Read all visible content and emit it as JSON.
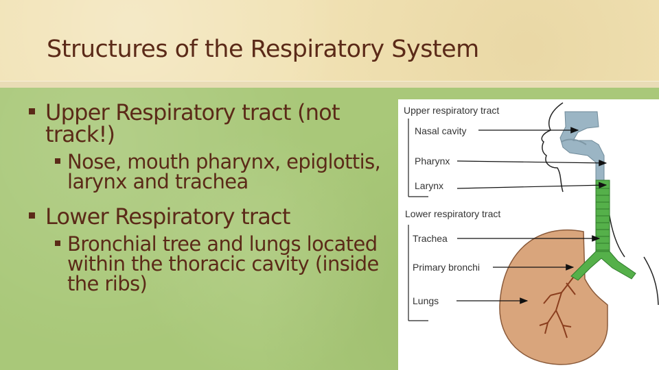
{
  "slide": {
    "title": "Structures of the Respiratory System"
  },
  "bullets": {
    "upper": {
      "heading": "Upper Respiratory tract (not track!)",
      "detail": "Nose, mouth pharynx, epiglottis, larynx and trachea"
    },
    "lower": {
      "heading": "Lower Respiratory tract",
      "detail": "Bronchial tree and lungs located within the thoracic cavity (inside the ribs)"
    }
  },
  "diagram": {
    "upper_title": "Upper respiratory tract",
    "upper_labels": [
      "Nasal cavity",
      "Pharynx",
      "Larynx"
    ],
    "lower_title": "Lower respiratory tract",
    "lower_labels": [
      "Trachea",
      "Primary bronchi",
      "Lungs"
    ]
  },
  "colors": {
    "title_band": "#f1e2b4",
    "content_background": "#a9c879",
    "text": "#5b2a18",
    "airway": "#9bb5c4",
    "trachea": "#55b04a",
    "lung": "#d9a57c"
  }
}
